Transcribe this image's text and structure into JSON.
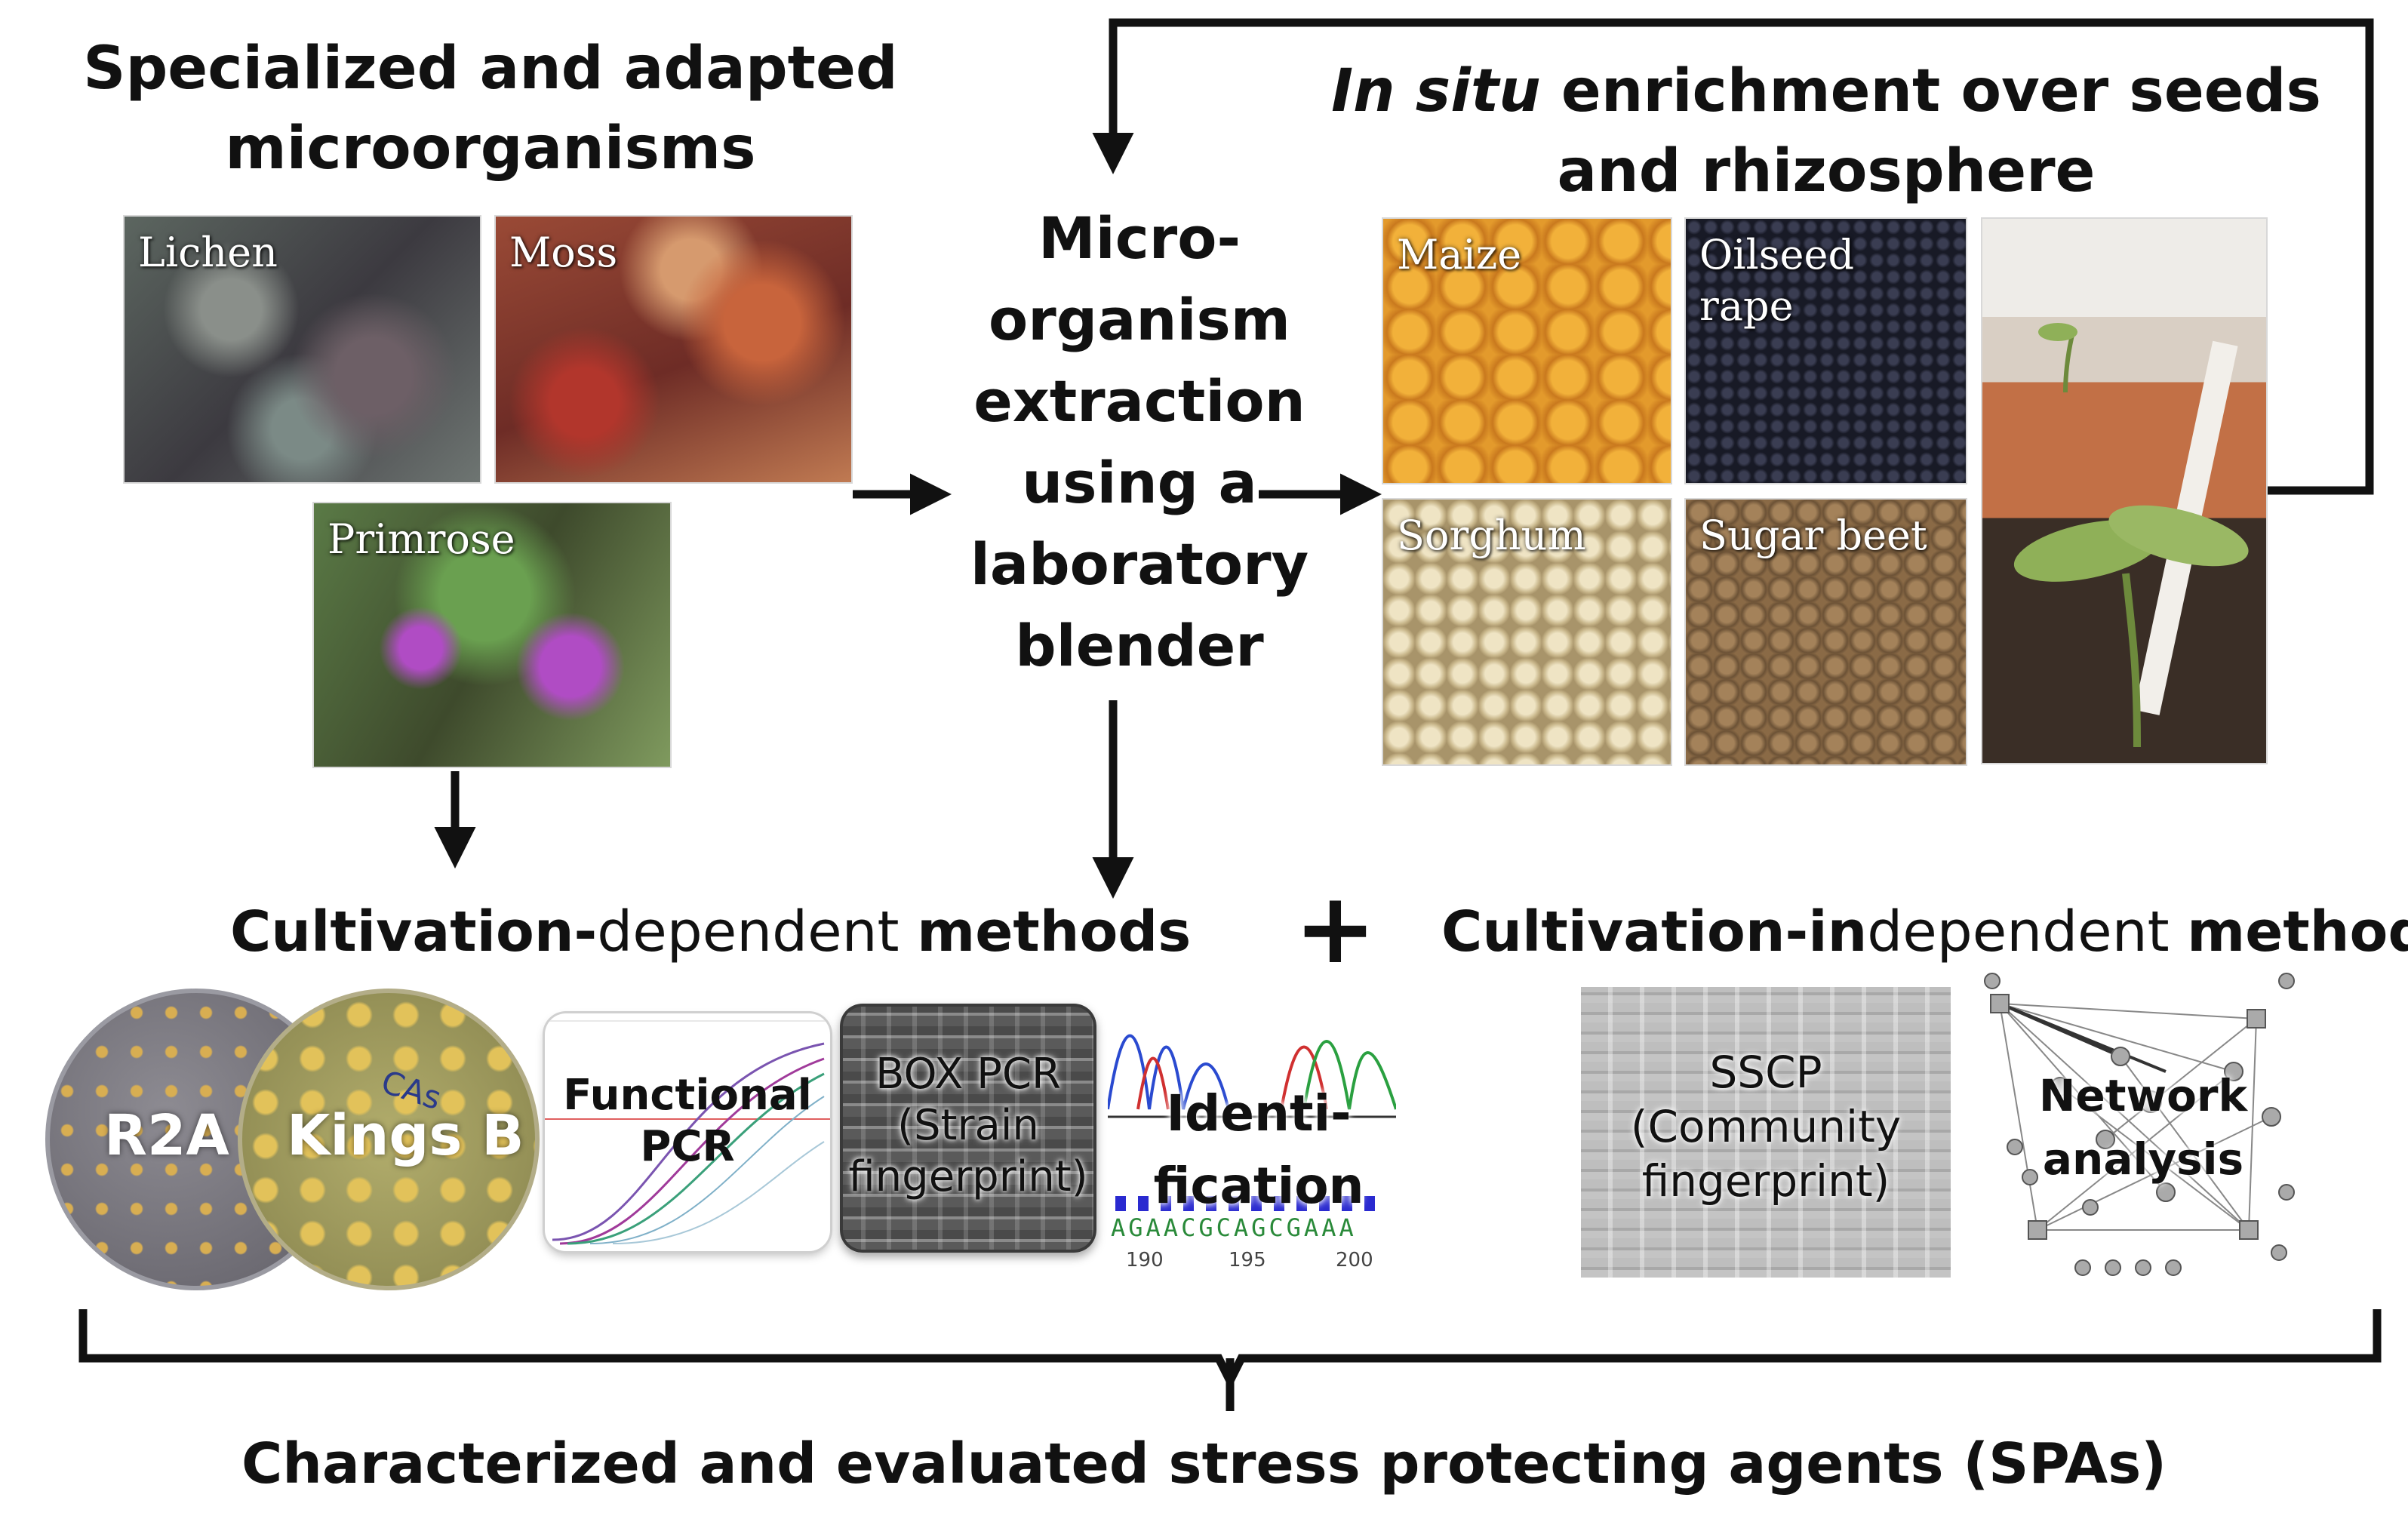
{
  "left_heading": [
    "Specialized and adapted",
    "microorganisms"
  ],
  "right_heading": {
    "italic": "In situ",
    "rest": " enrichment over seeds",
    "line2": "and rhizosphere"
  },
  "center_step": [
    "Micro-",
    "organism",
    "extraction",
    "using a",
    "laboratory",
    "blender"
  ],
  "plants": [
    "Lichen",
    "Moss",
    "Primrose"
  ],
  "seeds": [
    "Maize",
    "Oilseed rape",
    "Sorghum",
    "Sugar beet"
  ],
  "dependent": {
    "bold1": "Cultivation-",
    "light": "dependent ",
    "bold2": "methods"
  },
  "plus": "+",
  "independent": {
    "bold1": "Cultivation-in",
    "light": "dependent ",
    "bold2": "methods"
  },
  "plates": [
    "R2A",
    "Kings B"
  ],
  "plate_mark": "CAs",
  "tiles": {
    "functional_pcr": [
      "Functional",
      "PCR"
    ],
    "box_pcr": [
      "BOX PCR",
      "(Strain",
      "fingerprint)"
    ],
    "identification": [
      "Identi-",
      "fication"
    ],
    "sscp": [
      "SSCP",
      "(Community",
      "fingerprint)"
    ],
    "network": [
      "Network",
      "analysis"
    ]
  },
  "sequence": {
    "bases": "AGAACGCAGCGAAA",
    "ticks": [
      "190",
      "195",
      "200"
    ]
  },
  "footer": "Characterized and evaluated stress protecting agents (SPAs)",
  "colors": {
    "arrow": "#111111",
    "text": "#111111",
    "plate": "#cfa64a"
  }
}
